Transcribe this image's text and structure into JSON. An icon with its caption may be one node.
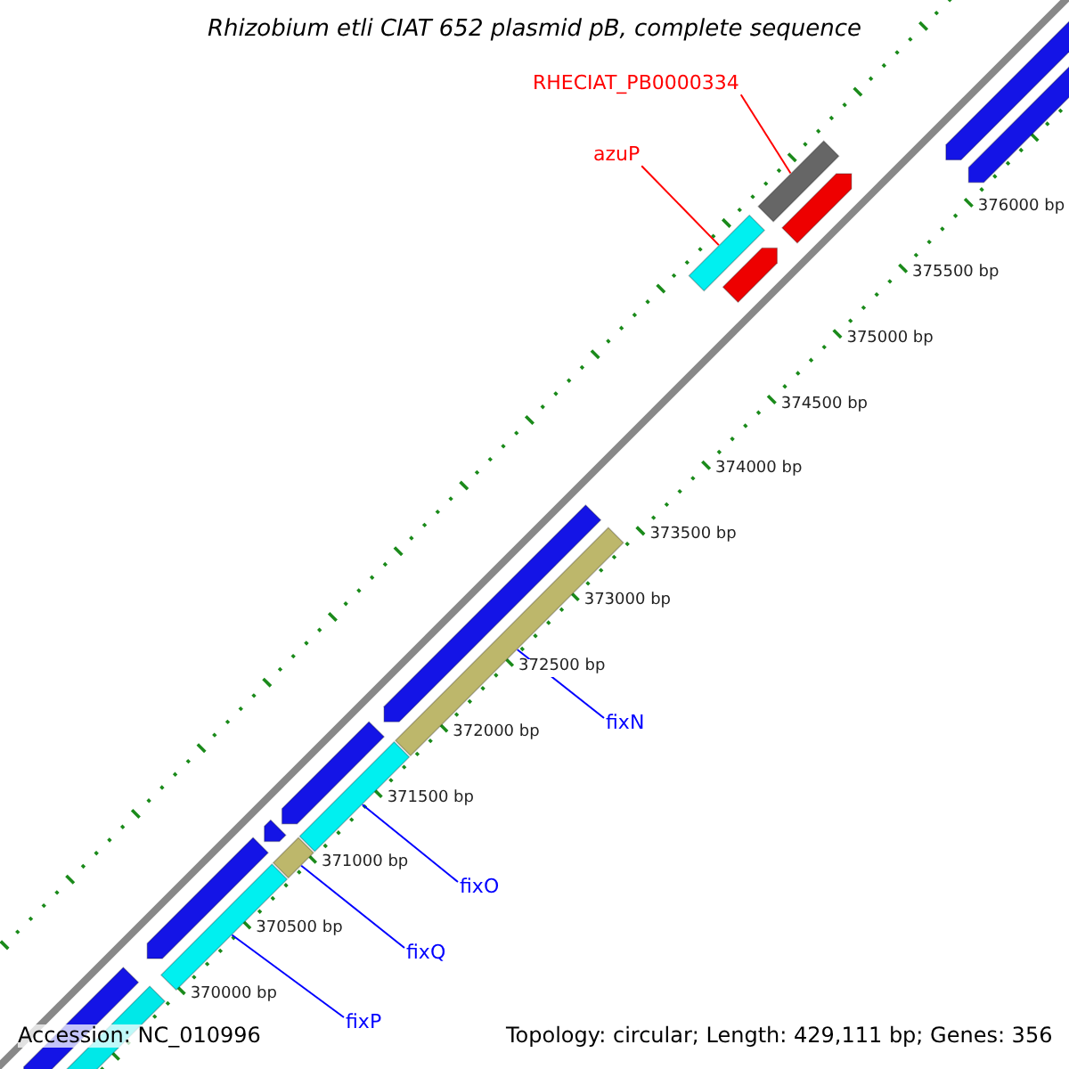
{
  "diagram": {
    "title": "Rhizobium etli CIAT 652 plasmid pB, complete sequence",
    "nodes": [
      {
        "text": [
          "RHECIAT_PB0000334"
        ]
      },
      {
        "text": [],
        "shape": "bar"
      },
      {
        "text": [
          "azuP"
        ]
      },
      {
        "text": [],
        "shape": "bar"
      },
      {
        "text": [
          "fixN"
        ]
      },
      {
        "text": [],
        "shape": "bar"
      },
      {
        "text": [
          "fixO"
        ]
      },
      {
        "text": [],
        "shape": "bar"
      },
      {
        "text": [
          "fixQ"
        ]
      },
      {
        "text": [],
        "shape": "bar"
      },
      {
        "text": [
          "fixP"
        ]
      },
      {
        "text": [],
        "shape": "bar"
      }
    ],
    "edges": [
      {
        "from": 0,
        "to": 1,
        "arrow": "none",
        "color": "#ff0000"
      },
      {
        "from": 2,
        "to": 3,
        "arrow": "none",
        "color": "#ff0000"
      },
      {
        "from": 4,
        "to": 5,
        "arrow": "none"
      },
      {
        "from": 6,
        "to": 7,
        "arrow": "none"
      },
      {
        "from": 8,
        "to": 9,
        "arrow": "none"
      },
      {
        "from": 10,
        "to": 11,
        "arrow": "none"
      }
    ],
    "labels": [
      "376000 bp",
      "375500 bp",
      "375000 bp",
      "374500 bp",
      "374000 bp",
      "373500 bp",
      "373000 bp",
      "372500 bp",
      "372000 bp",
      "371500 bp",
      "371000 bp",
      "370500 bp",
      "370000 bp",
      "Accession: NC_010996",
      "Topology: circular; Length: 429,111 bp; Genes: 356"
    ]
  }
}
